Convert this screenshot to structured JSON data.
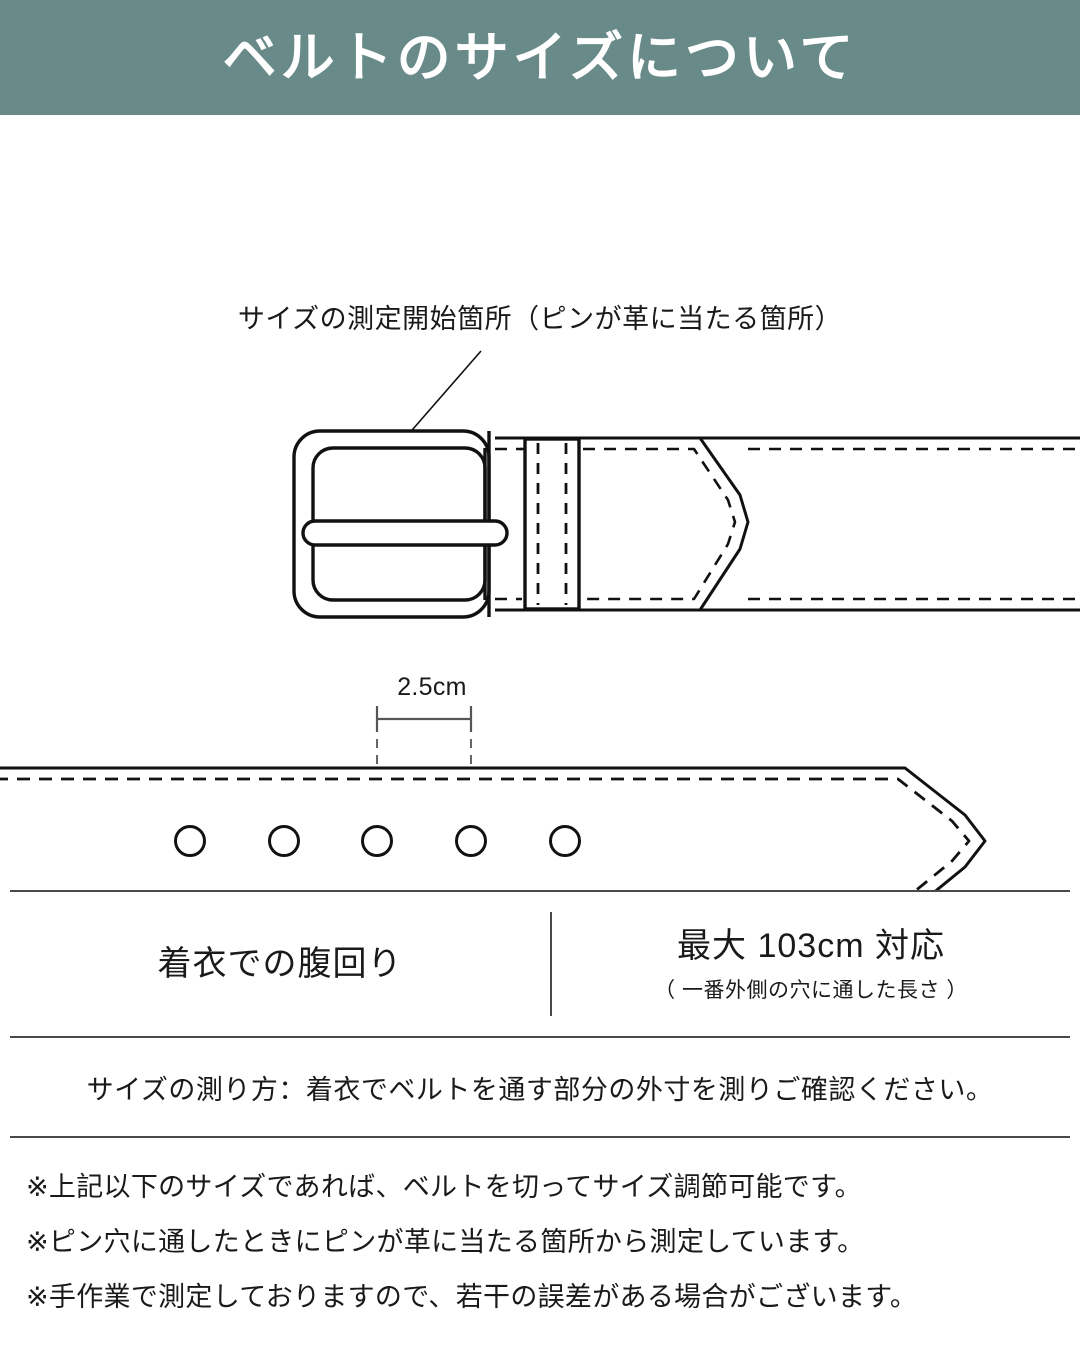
{
  "header": {
    "title": "ベルトのサイズについて",
    "bg_color": "#688a88",
    "text_color": "#ffffff"
  },
  "diagram": {
    "callout_label": "サイズの測定開始箇所（ピンが革に当たる箇所）",
    "dimension_label": "2.5cm",
    "buckle_name": "belt-buckle",
    "keeper_name": "belt-keeper-loop",
    "hole_count": 5,
    "stroke_color": "#111111",
    "dimension_line_color": "#666666"
  },
  "spec": {
    "left_label": "着衣での腹回り",
    "right_main": "最大 103cm 対応",
    "right_sub": "（ 一番外側の穴に通した長さ ）"
  },
  "howto": {
    "text": "サイズの測り方：着衣でベルトを通す部分の外寸を測りご確認ください。"
  },
  "notes": [
    "※上記以下のサイズであれば、ベルトを切ってサイズ調節可能です。",
    "※ピン穴に通したときにピンが革に当たる箇所から測定しています。",
    "※手作業で測定しておりますので、若干の誤差がある場合がございます。"
  ],
  "chart_data": {
    "type": "table",
    "title": "ベルトのサイズについて",
    "categories": [
      "着衣での腹回り"
    ],
    "values": [
      "最大 103cm 対応"
    ],
    "annotations": [
      "サイズの測定開始箇所（ピンが革に当たる箇所）",
      "2.5cm",
      "（ 一番外側の穴に通した長さ ）"
    ],
    "hole_spacing_cm": 2.5,
    "max_waist_cm": 103,
    "hole_count": 5
  }
}
